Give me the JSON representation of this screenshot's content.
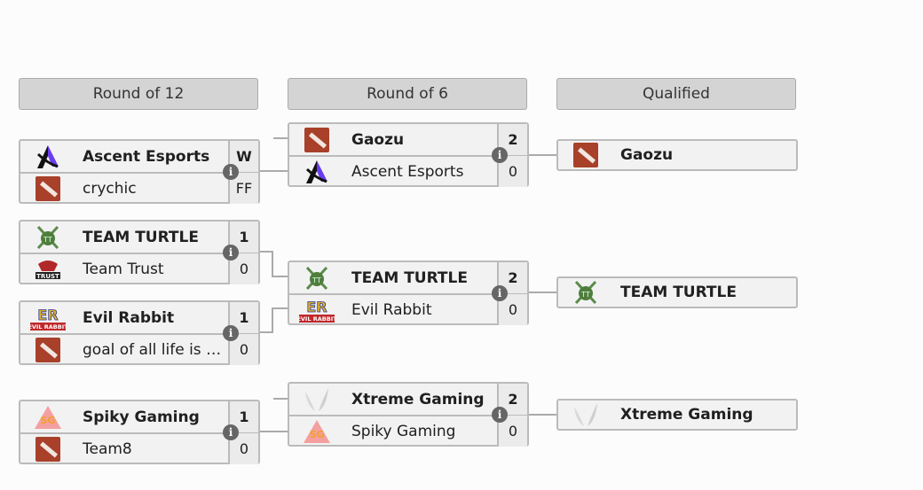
{
  "headers": [
    "Round of 12",
    "Round of 6",
    "Qualified"
  ],
  "round_of_12": [
    {
      "teams": [
        {
          "name": "Ascent Esports",
          "logo": "ascent-logo",
          "score": "W",
          "winner": true
        },
        {
          "name": "crychic",
          "logo": "dota-logo",
          "score": "FF",
          "winner": false
        }
      ]
    },
    {
      "teams": [
        {
          "name": "TEAM TURTLE",
          "logo": "turtle-logo",
          "score": "1",
          "winner": true
        },
        {
          "name": "Team Trust",
          "logo": "trust-logo",
          "score": "0",
          "winner": false
        }
      ]
    },
    {
      "teams": [
        {
          "name": "Evil Rabbit",
          "logo": "evil-rabbit-logo",
          "score": "1",
          "winner": true
        },
        {
          "name": "goal of all life is d...",
          "logo": "dota-logo",
          "score": "0",
          "winner": false
        }
      ]
    },
    {
      "teams": [
        {
          "name": "Spiky Gaming",
          "logo": "spiky-logo",
          "score": "1",
          "winner": true
        },
        {
          "name": "Team8",
          "logo": "dota-logo",
          "score": "0",
          "winner": false
        }
      ]
    }
  ],
  "round_of_6": [
    {
      "teams": [
        {
          "name": "Gaozu",
          "logo": "dota-logo",
          "score": "2",
          "winner": true
        },
        {
          "name": "Ascent Esports",
          "logo": "ascent-logo",
          "score": "0",
          "winner": false
        }
      ]
    },
    {
      "teams": [
        {
          "name": "TEAM TURTLE",
          "logo": "turtle-logo",
          "score": "2",
          "winner": true
        },
        {
          "name": "Evil Rabbit",
          "logo": "evil-rabbit-logo",
          "score": "0",
          "winner": false
        }
      ]
    },
    {
      "teams": [
        {
          "name": "Xtreme Gaming",
          "logo": "xtreme-logo",
          "score": "2",
          "winner": true
        },
        {
          "name": "Spiky Gaming",
          "logo": "spiky-logo",
          "score": "0",
          "winner": false
        }
      ]
    }
  ],
  "qualified": [
    {
      "name": "Gaozu",
      "logo": "dota-logo"
    },
    {
      "name": "TEAM TURTLE",
      "logo": "turtle-logo"
    },
    {
      "name": "Xtreme Gaming",
      "logo": "xtreme-logo"
    }
  ],
  "info_icon_glyph": "i"
}
